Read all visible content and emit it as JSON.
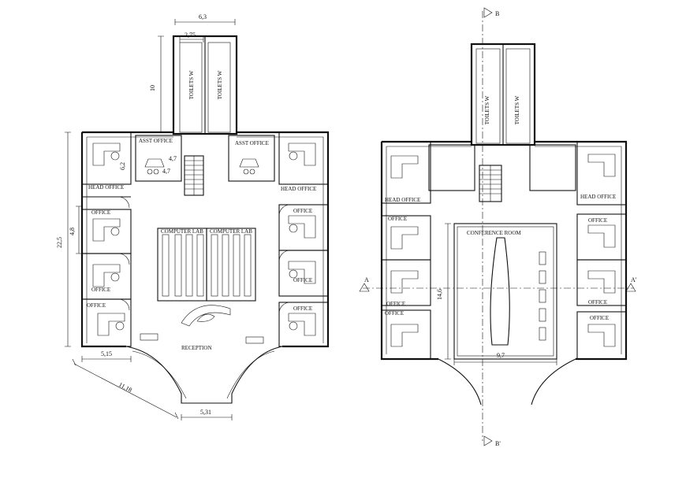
{
  "plan_left": {
    "rooms": {
      "toilet_1": "TOILETS  W",
      "toilet_2": "TOILETS  W",
      "asst_office_left": "ASST OFFICE",
      "asst_office_right": "ASST OFFICE",
      "head_office_left": "HEAD OFFICE",
      "head_office_right": "HEAD OFFICE",
      "office_l1": "OFFICE",
      "office_l2": "OFFICE",
      "office_l3": "OFFICE",
      "office_r1": "OFFICE",
      "office_r2": "OFFICE",
      "office_r3": "OFFICE",
      "computer_lab_1": "COMPUTER LAB",
      "computer_lab_2": "COMPUTER LAB",
      "reception": "RECEPTION"
    },
    "dims": {
      "top_width": "6,3",
      "toilet_width": "2,75",
      "toilet_depth": "10",
      "total_height": "22,5",
      "office_height": "4,8",
      "bottom_left": "5,15",
      "diagonal": "11,18",
      "entrance": "5,31",
      "small_a": "4,7",
      "small_b": "4,7",
      "small_c": "6,2"
    }
  },
  "plan_right": {
    "rooms": {
      "toilet_1": "TOILETS  W",
      "toilet_2": "TOILETS  W",
      "head_office_left": "HEAD OFFICE",
      "head_office_right": "HEAD OFFICE",
      "office_l1": "OFFICE",
      "office_l2": "OFFICE",
      "office_l3": "OFFICE",
      "office_r1": "OFFICE",
      "office_r2": "OFFICE",
      "office_r3": "OFFICE",
      "conference_room": "CONFERENCE ROOM"
    },
    "dims": {
      "conference_height": "14,6",
      "conference_width": "9,7"
    },
    "section_marks": {
      "a": "A",
      "a_prime": "A'",
      "b": "B",
      "b_prime": "B'"
    }
  }
}
